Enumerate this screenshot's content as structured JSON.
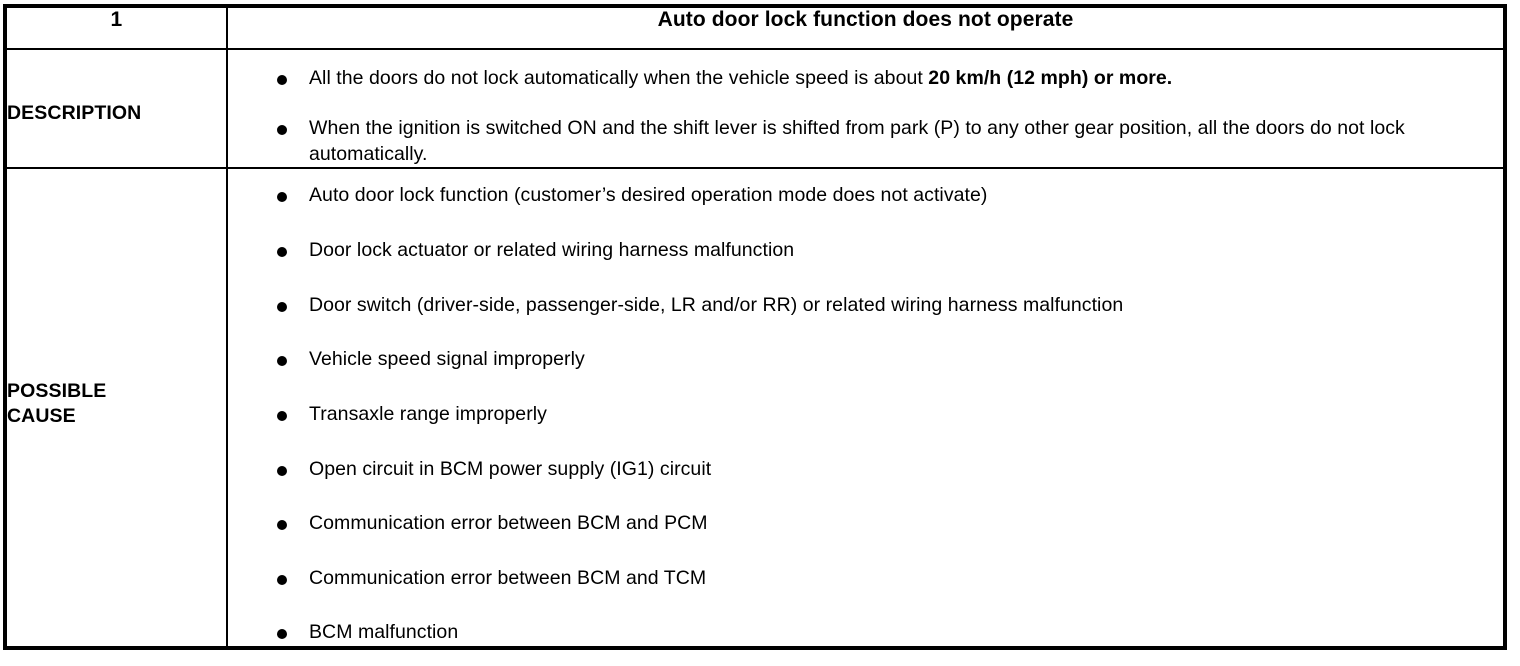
{
  "document": {
    "type": "diagnostic-trouble-table",
    "colors": {
      "border": "#000000",
      "text": "#000000",
      "background": "#ffffff"
    }
  },
  "table": {
    "header": {
      "number": "1",
      "title": "Auto door lock function does not operate"
    },
    "rows": [
      {
        "label": "DESCRIPTION",
        "bullets": [
          {
            "segments": [
              {
                "text": "All the doors do not lock automatically when the vehicle speed is about ",
                "bold": false
              },
              {
                "text": "20 km/h (12 mph) or more.",
                "bold": true
              }
            ]
          },
          {
            "segments": [
              {
                "text": "When the ignition is switched ON and the shift lever is shifted from park (P) to any other gear position, all the doors do not lock automatically.",
                "bold": false
              }
            ]
          }
        ]
      },
      {
        "label": "POSSIBLE CAUSE",
        "label_lines": [
          "POSSIBLE",
          "CAUSE"
        ],
        "bullets": [
          {
            "segments": [
              {
                "text": "Auto door lock function (customer’s desired operation mode does not activate)",
                "bold": false
              }
            ]
          },
          {
            "segments": [
              {
                "text": "Door lock actuator or related wiring harness malfunction",
                "bold": false
              }
            ]
          },
          {
            "segments": [
              {
                "text": "Door switch (driver-side, passenger-side, LR and/or RR) or related wiring harness malfunction",
                "bold": false
              }
            ]
          },
          {
            "segments": [
              {
                "text": "Vehicle speed signal improperly",
                "bold": false
              }
            ]
          },
          {
            "segments": [
              {
                "text": "Transaxle range improperly",
                "bold": false
              }
            ]
          },
          {
            "segments": [
              {
                "text": "Open circuit in BCM power supply (IG1) circuit",
                "bold": false
              }
            ]
          },
          {
            "segments": [
              {
                "text": "Communication error between BCM and PCM",
                "bold": false
              }
            ]
          },
          {
            "segments": [
              {
                "text": "Communication error between BCM and TCM",
                "bold": false
              }
            ]
          },
          {
            "segments": [
              {
                "text": "BCM malfunction",
                "bold": false
              }
            ]
          }
        ]
      }
    ]
  }
}
